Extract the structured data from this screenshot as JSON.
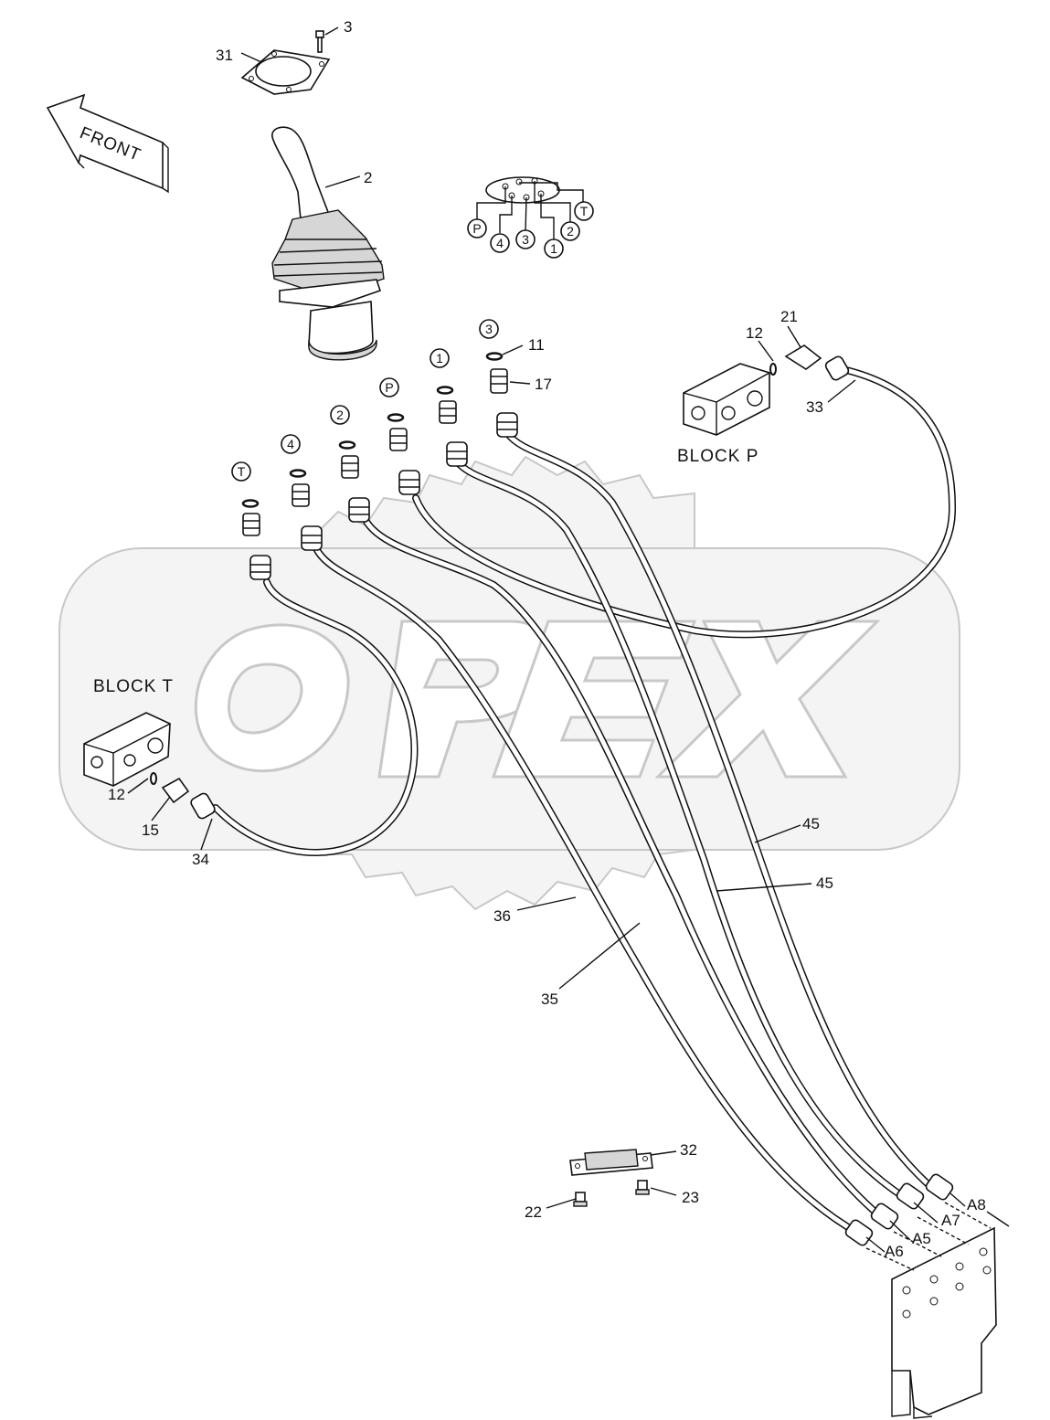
{
  "diagram": {
    "watermark": "OPEX",
    "corner_mark": "",
    "direction_label": "FRONT",
    "blocks": {
      "block_p": "BLOCK P",
      "block_t": "BLOCK T"
    },
    "port_schematic": {
      "ports": [
        "P",
        "4",
        "3",
        "1",
        "2",
        "T"
      ]
    },
    "port_markers": [
      "T",
      "4",
      "2",
      "P",
      "1",
      "3"
    ],
    "callouts": [
      "2",
      "3",
      "11",
      "12",
      "12",
      "15",
      "17",
      "21",
      "22",
      "23",
      "31",
      "32",
      "33",
      "34",
      "35",
      "36",
      "45",
      "45"
    ],
    "connection_labels": [
      "A5",
      "A6",
      "A7",
      "A8"
    ]
  },
  "colors": {
    "line": "#111111",
    "watermark_fill": "#f4f4f4",
    "watermark_stroke": "#c8c8c8",
    "hose_core": "#ffffff"
  }
}
